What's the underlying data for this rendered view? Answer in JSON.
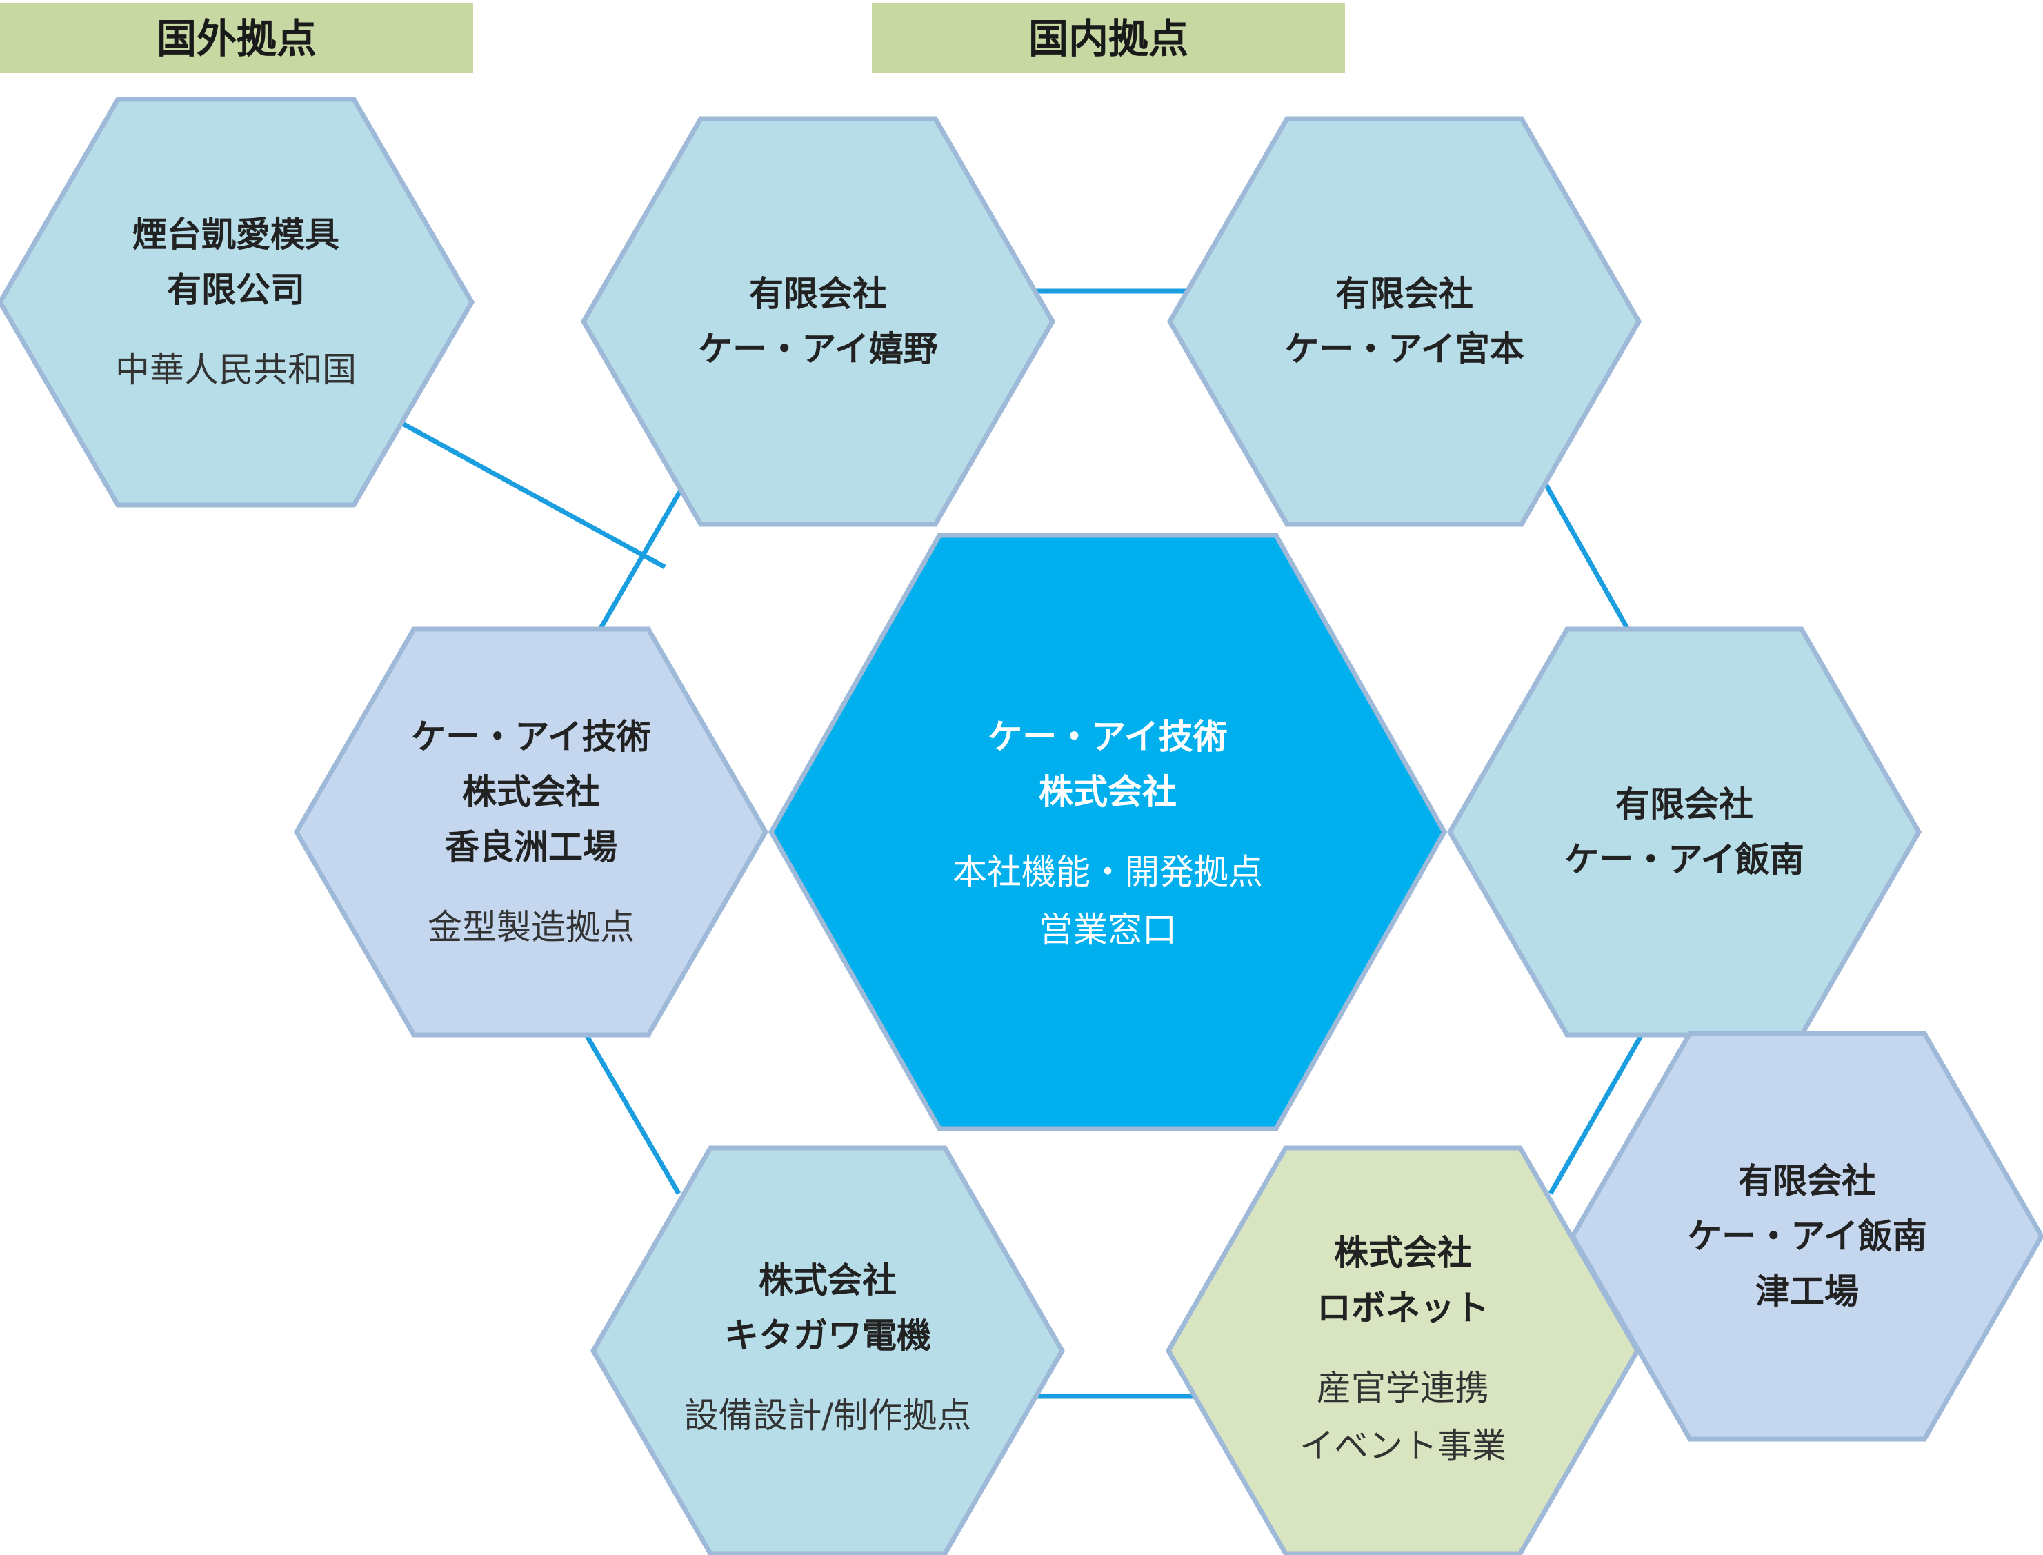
{
  "labels": {
    "overseas": "国外拠点",
    "domestic": "国内拠点"
  },
  "colors": {
    "label_bg": "#c7d8a3",
    "line": "#1a9ee0",
    "hex_stroke": "#9fb9d8",
    "hex_teal": "#b7dde8",
    "hex_lavender": "#c5d7ef",
    "hex_center": "#00b0ee",
    "hex_green": "#d9e5c1"
  },
  "nodes": {
    "yantai": {
      "title": [
        "煙台凱愛模具",
        "有限公司"
      ],
      "desc": [
        "中華人民共和国"
      ]
    },
    "ureshino": {
      "title": [
        "有限会社",
        "ケー・アイ嬉野"
      ],
      "desc": []
    },
    "miyamoto": {
      "title": [
        "有限会社",
        "ケー・アイ宮本"
      ],
      "desc": []
    },
    "kora": {
      "title": [
        "ケー・アイ技術",
        "株式会社",
        "香良洲工場"
      ],
      "desc": [
        "金型製造拠点"
      ]
    },
    "center": {
      "title": [
        "ケー・アイ技術",
        "株式会社"
      ],
      "desc": [
        "本社機能・開発拠点",
        "営業窓口"
      ]
    },
    "iinan": {
      "title": [
        "有限会社",
        "ケー・アイ飯南"
      ],
      "desc": []
    },
    "kitagawa": {
      "title": [
        "株式会社",
        "キタガワ電機"
      ],
      "desc": [
        "設備設計/制作拠点"
      ]
    },
    "robonet": {
      "title": [
        "株式会社",
        "ロボネット"
      ],
      "desc": [
        "産官学連携",
        "イベント事業"
      ]
    },
    "iinan_tsu": {
      "title": [
        "有限会社",
        "ケー・アイ飯南",
        "津工場"
      ],
      "desc": []
    }
  }
}
